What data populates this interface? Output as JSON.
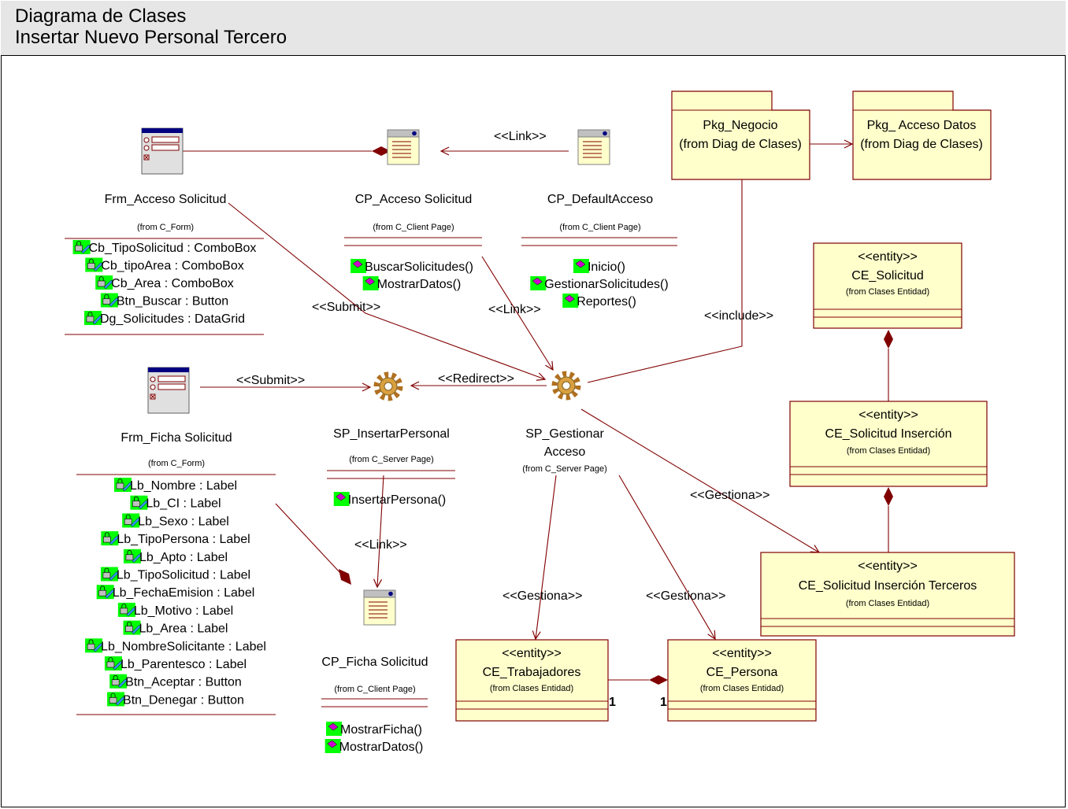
{
  "header": {
    "line1": "Diagrama de Clases",
    "line2": "Insertar Nuevo Personal Tercero"
  },
  "nodes": {
    "frm_acceso": {
      "name": "Frm_Acceso Solicitud",
      "from": "(from C_Form)",
      "attributes": [
        "Cb_TipoSolicitud : ComboBox",
        "Cb_tipoArea : ComboBox",
        "Cb_Area : ComboBox",
        "Btn_Buscar : Button",
        "Dg_Solicitudes : DataGrid"
      ]
    },
    "cp_acceso": {
      "name": "CP_Acceso Solicitud",
      "from": "(from C_Client Page)",
      "operations": [
        "BuscarSolicitudes()",
        "MostrarDatos()"
      ]
    },
    "cp_default": {
      "name": "CP_DefaultAcceso",
      "from": "(from C_Client Page)",
      "operations": [
        "Inicio()",
        "GestionarSolicitudes()",
        "Reportes()"
      ]
    },
    "pkg_negocio": {
      "name": "Pkg_Negocio",
      "from": "(from Diag de Clases)"
    },
    "pkg_datos": {
      "name": "Pkg_ Acceso Datos",
      "from": "(from Diag de Clases)"
    },
    "ce_solicitud": {
      "stereotype": "<<entity>>",
      "name": "CE_Solicitud",
      "from": "(from Clases Entidad)"
    },
    "ce_solicitud_insercion": {
      "stereotype": "<<entity>>",
      "name": "CE_Solicitud Inserción",
      "from": "(from Clases Entidad)"
    },
    "ce_solicitud_terceros": {
      "stereotype": "<<entity>>",
      "name": "CE_Solicitud Inserción Terceros",
      "from": "(from Clases Entidad)"
    },
    "frm_ficha": {
      "name": "Frm_Ficha Solicitud",
      "from": "(from C_Form)",
      "attributes": [
        "Lb_Nombre : Label",
        "Lb_CI : Label",
        "Lb_Sexo : Label",
        "Lb_TipoPersona : Label",
        "Lb_Apto : Label",
        "Lb_TipoSolicitud : Label",
        "Lb_FechaEmision : Label",
        "Lb_Motivo : Label",
        "Lb_Area : Label",
        "Lb_NombreSolicitante : Label",
        "Lb_Parentesco : Label",
        "Btn_Aceptar : Button",
        "Btn_Denegar : Button"
      ]
    },
    "sp_insertar": {
      "name": "SP_InsertarPersonal",
      "from": "(from C_Server Page)",
      "operations": [
        "InsertarPersona()"
      ]
    },
    "sp_gestionar": {
      "name_line1": "SP_Gestionar",
      "name_line2": "Acceso",
      "from": "(from C_Server Page)"
    },
    "cp_ficha": {
      "name": "CP_Ficha Solicitud",
      "from": "(from C_Client Page)",
      "operations": [
        "MostrarFicha()",
        "MostrarDatos()"
      ]
    },
    "ce_trabajadores": {
      "stereotype": "<<entity>>",
      "name": "CE_Trabajadores",
      "from": "(from Clases Entidad)"
    },
    "ce_persona": {
      "stereotype": "<<entity>>",
      "name": "CE_Persona",
      "from": "(from Clases Entidad)"
    }
  },
  "edges": {
    "link1": "<<Link>>",
    "link2": "<<Link>>",
    "link3": "<<Link>>",
    "submit1": "<<Submit>>",
    "submit2": "<<Submit>>",
    "redirect": "<<Redirect>>",
    "include": "<<include>>",
    "gestiona1": "<<Gestiona>>",
    "gestiona2": "<<Gestiona>>",
    "gestiona3": "<<Gestiona>>",
    "mult_left": "1",
    "mult_right": "1"
  },
  "colors": {
    "line": "#800000",
    "entity_fill": "#ffffcc",
    "icon_green": "#00ff00",
    "op_magenta": "#cc00cc",
    "gear": "#b07020"
  }
}
